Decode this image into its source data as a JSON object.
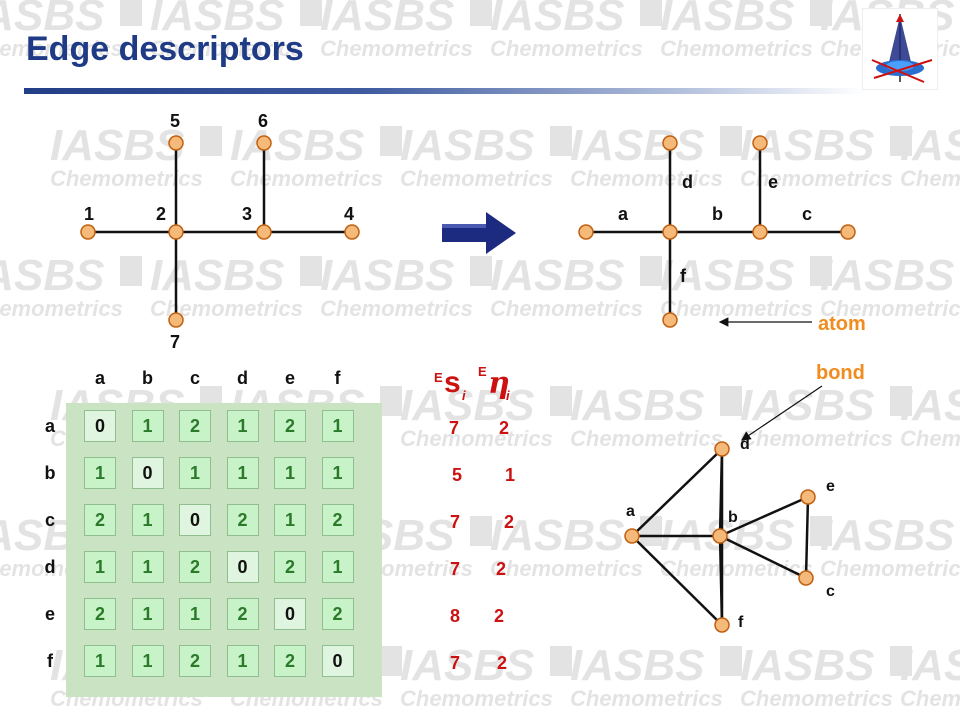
{
  "title": "Edge descriptors",
  "watermark": {
    "line1": "IASBS",
    "line2": "Chemometrics"
  },
  "molecule_graph": {
    "nodes": [
      {
        "id": "1",
        "label": "1"
      },
      {
        "id": "2",
        "label": "2"
      },
      {
        "id": "3",
        "label": "3"
      },
      {
        "id": "4",
        "label": "4"
      },
      {
        "id": "5",
        "label": "5"
      },
      {
        "id": "6",
        "label": "6"
      },
      {
        "id": "7",
        "label": "7"
      }
    ],
    "edges": [
      [
        "1",
        "2"
      ],
      [
        "2",
        "3"
      ],
      [
        "3",
        "4"
      ],
      [
        "2",
        "5"
      ],
      [
        "3",
        "6"
      ],
      [
        "2",
        "7"
      ]
    ]
  },
  "edge_graph": {
    "edge_labels": [
      "a",
      "b",
      "c",
      "d",
      "e",
      "f"
    ],
    "atom_label": "atom"
  },
  "line_graph": {
    "nodes": [
      "a",
      "b",
      "c",
      "d",
      "e",
      "f"
    ],
    "edges": [
      [
        "a",
        "d"
      ],
      [
        "a",
        "b"
      ],
      [
        "a",
        "f"
      ],
      [
        "d",
        "b"
      ],
      [
        "b",
        "f"
      ],
      [
        "b",
        "e"
      ],
      [
        "b",
        "c"
      ],
      [
        "e",
        "c"
      ],
      [
        "d",
        "f"
      ]
    ],
    "bond_label": "bond"
  },
  "matrix": {
    "labels": [
      "a",
      "b",
      "c",
      "d",
      "e",
      "f"
    ],
    "rows": [
      [
        "0",
        "1",
        "2",
        "1",
        "2",
        "1"
      ],
      [
        "1",
        "0",
        "1",
        "1",
        "1",
        "1"
      ],
      [
        "2",
        "1",
        "0",
        "2",
        "1",
        "2"
      ],
      [
        "1",
        "1",
        "2",
        "0",
        "2",
        "1"
      ],
      [
        "2",
        "1",
        "1",
        "2",
        "0",
        "2"
      ],
      [
        "1",
        "1",
        "2",
        "1",
        "2",
        "0"
      ]
    ]
  },
  "descriptors": {
    "header": {
      "sup1": "E",
      "sym1": "s",
      "sub1": "i",
      "sup2": "E",
      "sym2": "η",
      "sub2": "i"
    },
    "values": [
      [
        "7",
        "2"
      ],
      [
        "5",
        "1"
      ],
      [
        "7",
        "2"
      ],
      [
        "7",
        "2"
      ],
      [
        "8",
        "2"
      ],
      [
        "7",
        "2"
      ]
    ]
  },
  "colors": {
    "title": "#1f3b86",
    "node_fill": "#f5b97a",
    "node_stroke": "#c06010",
    "descriptor_text": "#cc1111",
    "matrix_panel": "#c9e3c3",
    "matrix_cell": "#c8f2c8",
    "matrix_value": "#2a7a2a",
    "arrow": "#1c2a80"
  }
}
